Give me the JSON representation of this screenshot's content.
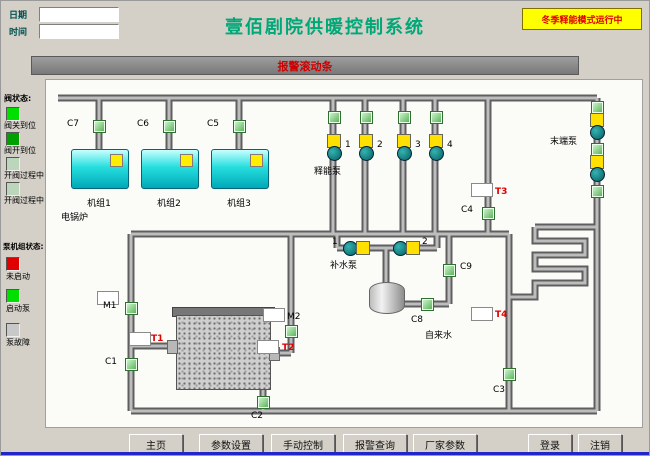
{
  "header": {
    "date_label": "日期",
    "time_label": "时间",
    "date_value": "",
    "time_value": "",
    "title": "壹佰剧院供暖控制系统",
    "mode_button": "冬季释能模式运行中"
  },
  "alarm": {
    "text": "报警滚动条"
  },
  "legend": {
    "valve_title": "阀状态:",
    "valve_items": [
      {
        "label": "阀关到位",
        "color": "#00e000"
      },
      {
        "label": "阀开到位",
        "color": "#00a000"
      },
      {
        "label": "开阀过程中",
        "color": "#bcd6bc"
      },
      {
        "label": "开阀过程中",
        "color": "#bcd6bc"
      }
    ],
    "pump_title": "泵机组状态:",
    "pump_items": [
      {
        "label": "未启动",
        "color": "#e00000"
      },
      {
        "label": "启动泵",
        "color": "#00e000"
      },
      {
        "label": "泵故障",
        "color": "#c8c8c8"
      }
    ]
  },
  "diagram": {
    "boilers": [
      {
        "label": "机组1"
      },
      {
        "label": "机组2"
      },
      {
        "label": "机组3"
      }
    ],
    "boiler_group": "电锅炉",
    "release_pumps": {
      "label": "释能泵",
      "numbers": [
        "1",
        "2",
        "3",
        "4"
      ]
    },
    "makeup_pumps": {
      "label": "补水泵",
      "numbers": [
        "1",
        "2"
      ]
    },
    "terminal_pumps": {
      "label": "末端泵"
    },
    "valves": {
      "c1": "C1",
      "c2": "C2",
      "c3": "C3",
      "c4": "C4",
      "c5": "C5",
      "c6": "C6",
      "c7": "C7",
      "c8": "C8",
      "c9": "C9",
      "m1": "M1",
      "m2": "M2"
    },
    "temps": {
      "t1": "T1",
      "t2": "T2",
      "t3": "T3",
      "t4": "T4"
    },
    "tap_water": "自来水"
  },
  "footer": {
    "buttons": [
      "主页",
      "参数设置",
      "手动控制",
      "报警查询",
      "厂家参数"
    ],
    "session_buttons": [
      "登录",
      "注销"
    ]
  }
}
